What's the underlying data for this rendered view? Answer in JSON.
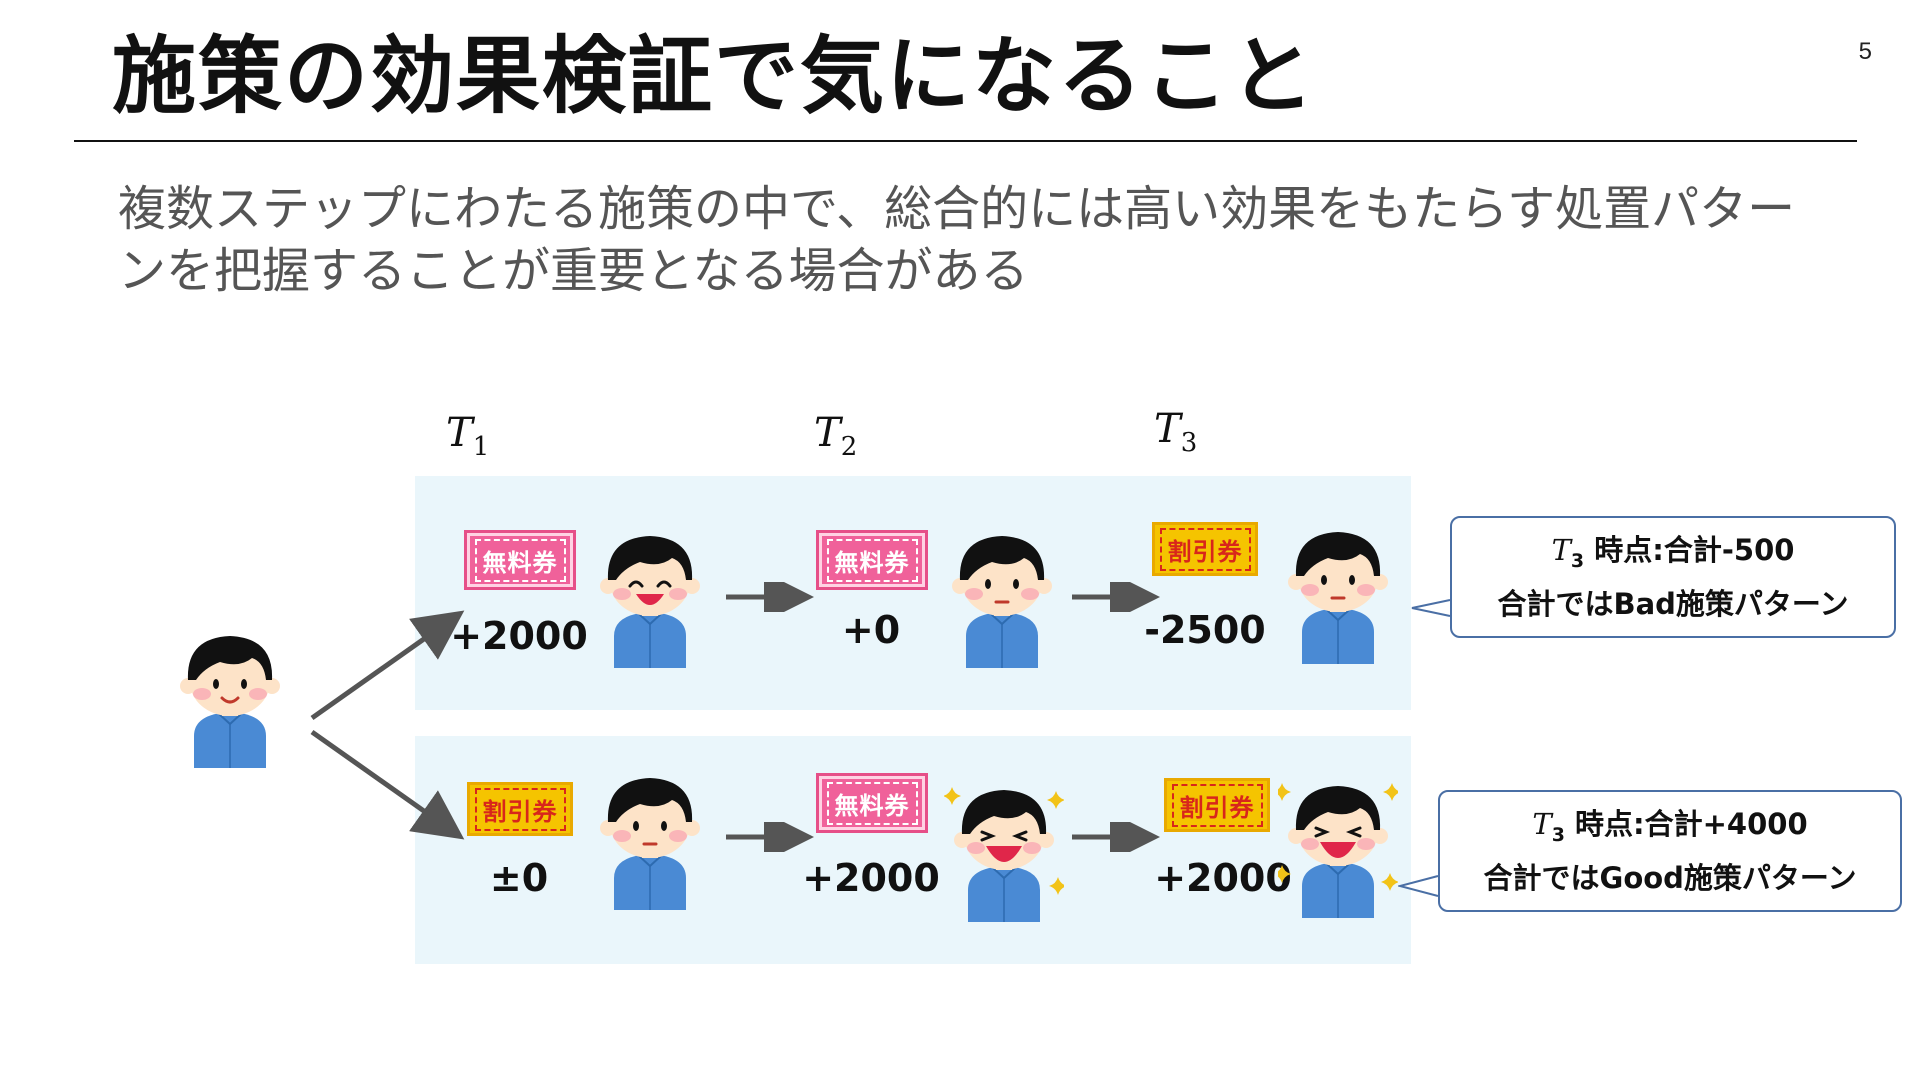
{
  "slide": {
    "title": "施策の効果検証で気になること",
    "page_number": "5",
    "subtitle": "複数ステップにわたる施策の中で、総合的には高い効果をもたらす処置パターンを把握することが重要となる場合がある"
  },
  "timeline": {
    "labels": [
      {
        "symbol": "T",
        "sub": "1"
      },
      {
        "symbol": "T",
        "sub": "2"
      },
      {
        "symbol": "T",
        "sub": "3"
      }
    ]
  },
  "paths": {
    "top": {
      "steps": [
        {
          "ticket": "無料券",
          "ticket_kind": "free",
          "value": "+2000",
          "face": "happy"
        },
        {
          "ticket": "無料券",
          "ticket_kind": "free",
          "value": "+0",
          "face": "neutral"
        },
        {
          "ticket": "割引券",
          "ticket_kind": "discount",
          "value": "-2500",
          "face": "neutral"
        }
      ],
      "callout": {
        "time_symbol": "T",
        "time_sub": "3",
        "line1": " 時点:合計-500",
        "line2": "合計ではBad施策パターン"
      }
    },
    "bottom": {
      "steps": [
        {
          "ticket": "割引券",
          "ticket_kind": "discount",
          "value": "±0",
          "face": "neutral"
        },
        {
          "ticket": "無料券",
          "ticket_kind": "free",
          "value": "+2000",
          "face": "excited"
        },
        {
          "ticket": "割引券",
          "ticket_kind": "discount",
          "value": "+2000",
          "face": "excited"
        }
      ],
      "callout": {
        "time_symbol": "T",
        "time_sub": "3",
        "line1": " 時点:合計+4000",
        "line2": "合計ではGood施策パターン"
      }
    }
  },
  "colors": {
    "panel_bg": "#eaf6fb",
    "callout_border": "#4a6fa5",
    "arrow": "#555555",
    "shirt": "#4a8ad4",
    "hair": "#111111",
    "skin": "#fde3c8",
    "free_ticket": "#f0619a",
    "discount_ticket": "#f5c400"
  }
}
